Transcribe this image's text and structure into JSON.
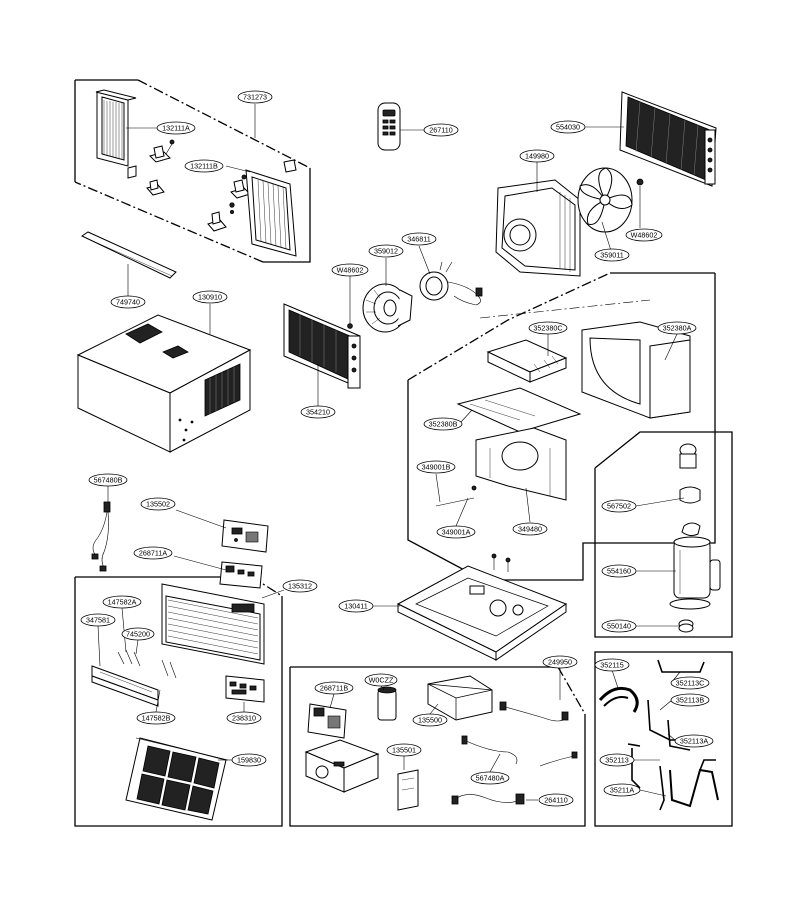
{
  "labels": {
    "l731273": "731273",
    "l132111A": "132111A",
    "l132111B": "132111B",
    "l267110": "267110",
    "l554030": "554030",
    "l149980": "149980",
    "l346811": "346811",
    "l359012": "359012",
    "lW48602a": "W48602",
    "lW48602b": "W48602",
    "l359011": "359011",
    "l749740": "749740",
    "l130910": "130910",
    "l354210": "354210",
    "l352380C": "352380C",
    "l352380A": "352380A",
    "l352380B": "352380B",
    "l349001B": "349001B",
    "l349001A": "349001A",
    "l349480": "349480",
    "l567480B": "567480B",
    "l135502": "135502",
    "l268711A": "268711A",
    "l135312": "135312",
    "l130411": "130411",
    "l567502": "567502",
    "l554160": "554160",
    "l550140": "550140",
    "l147582A": "147582A",
    "l347581": "347581",
    "l745200": "745200",
    "l147582B": "147582B",
    "l238310": "238310",
    "l159830": "159830",
    "l268711B": "268711B",
    "lW0CZZ": "W0CZZ",
    "l135500": "135500",
    "l135501": "135501",
    "l249950": "249950",
    "l567480A": "567480A",
    "l264110": "264110",
    "l352115": "352115",
    "l352113C": "352113C",
    "l352113B": "352113B",
    "l352113A": "352113A",
    "l352113": "352113",
    "l35211A": "35211A"
  }
}
